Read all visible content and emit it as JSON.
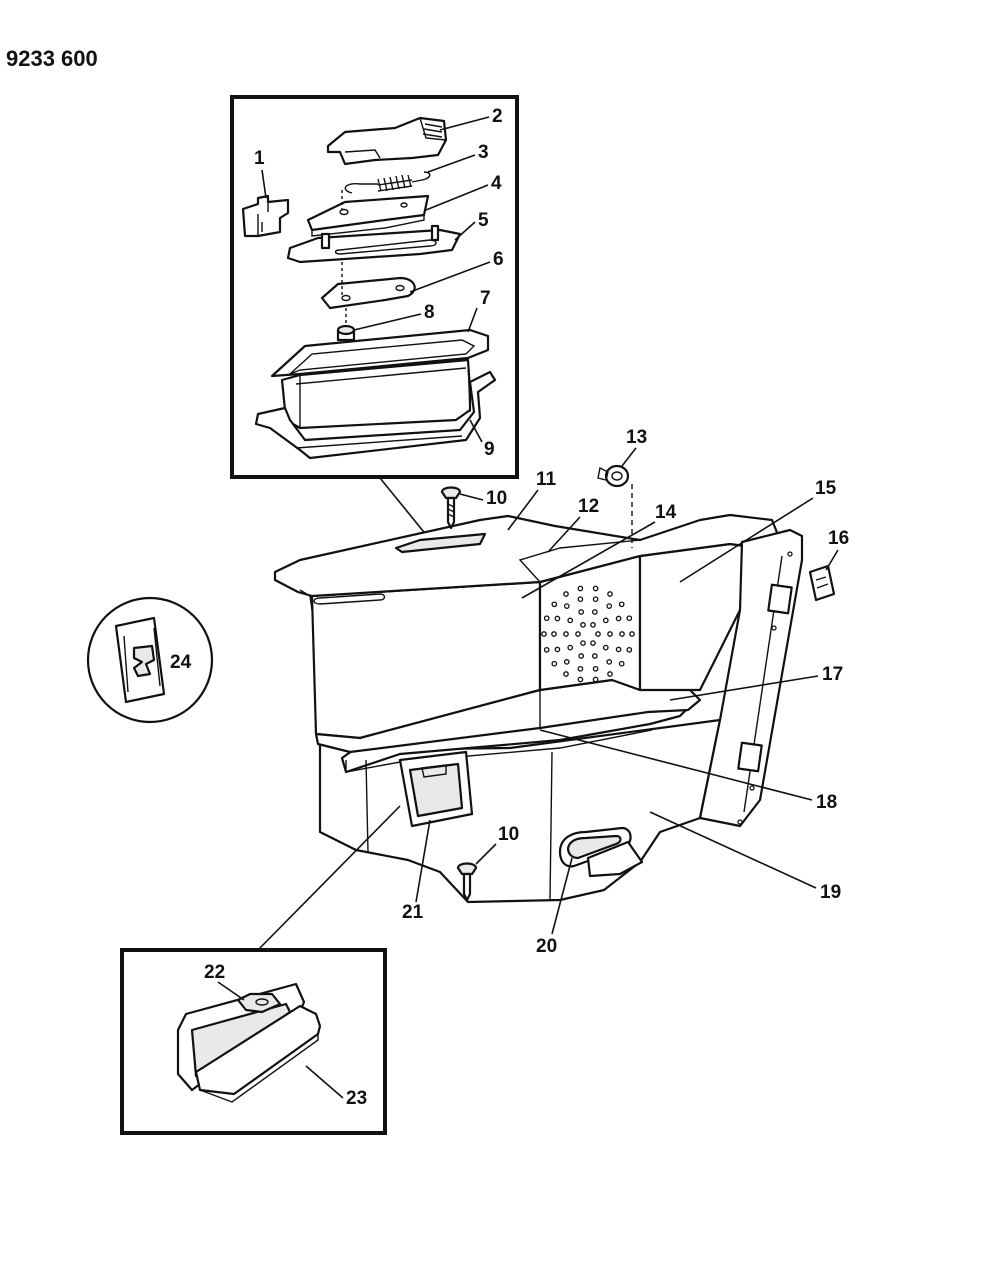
{
  "drawing_code": "9233 600",
  "callouts": {
    "c1": "1",
    "c2": "2",
    "c3": "3",
    "c4": "4",
    "c5": "5",
    "c6": "6",
    "c7": "7",
    "c8": "8",
    "c9": "9",
    "c10a": "10",
    "c10b": "10",
    "c11": "11",
    "c12": "12",
    "c13": "13",
    "c14": "14",
    "c15": "15",
    "c16": "16",
    "c17": "17",
    "c18": "18",
    "c19": "19",
    "c20": "20",
    "c21": "21",
    "c22": "22",
    "c23": "23",
    "c24": "24"
  }
}
